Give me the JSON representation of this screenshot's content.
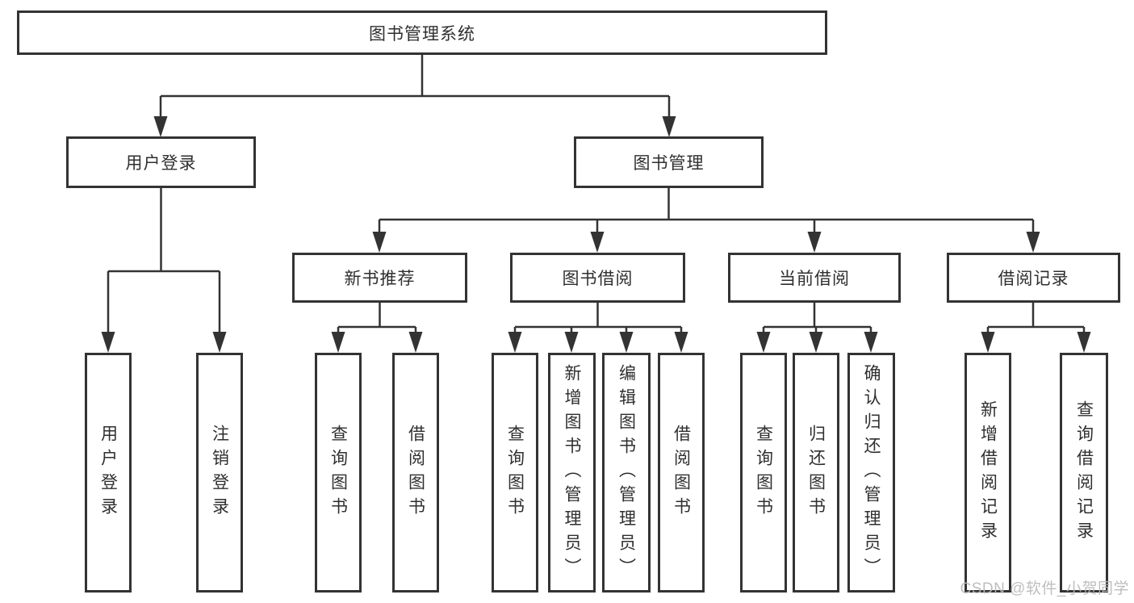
{
  "diagram": {
    "title": "图书管理系统",
    "branches": {
      "user_login": {
        "label": "用户登录",
        "children": {
          "login": "用户登录",
          "logout": "注销登录"
        }
      },
      "book_management": {
        "label": "图书管理",
        "sections": {
          "new_book": {
            "label": "新书推荐",
            "children": {
              "query": "查询图书",
              "borrow": "借阅图书"
            }
          },
          "book_borrow": {
            "label": "图书借阅",
            "children": {
              "query": "查询图书",
              "add": "新增图书（管理员）",
              "edit": "编辑图书（管理员）",
              "borrow": "借阅图书"
            }
          },
          "current_borrow": {
            "label": "当前借阅",
            "children": {
              "query": "查询图书",
              "return": "归还图书",
              "confirm": "确认归还（管理员）"
            }
          },
          "borrow_record": {
            "label": "借阅记录",
            "children": {
              "add": "新增借阅记录",
              "query": "查询借阅记录"
            }
          }
        }
      }
    }
  },
  "watermark": {
    "text": "CSDN @软件_小贺同学"
  },
  "colors": {
    "line": "#333333",
    "box_border": "#333333",
    "text": "#2f2f2f",
    "watermark": "#b9b9b9",
    "background": "#ffffff"
  }
}
